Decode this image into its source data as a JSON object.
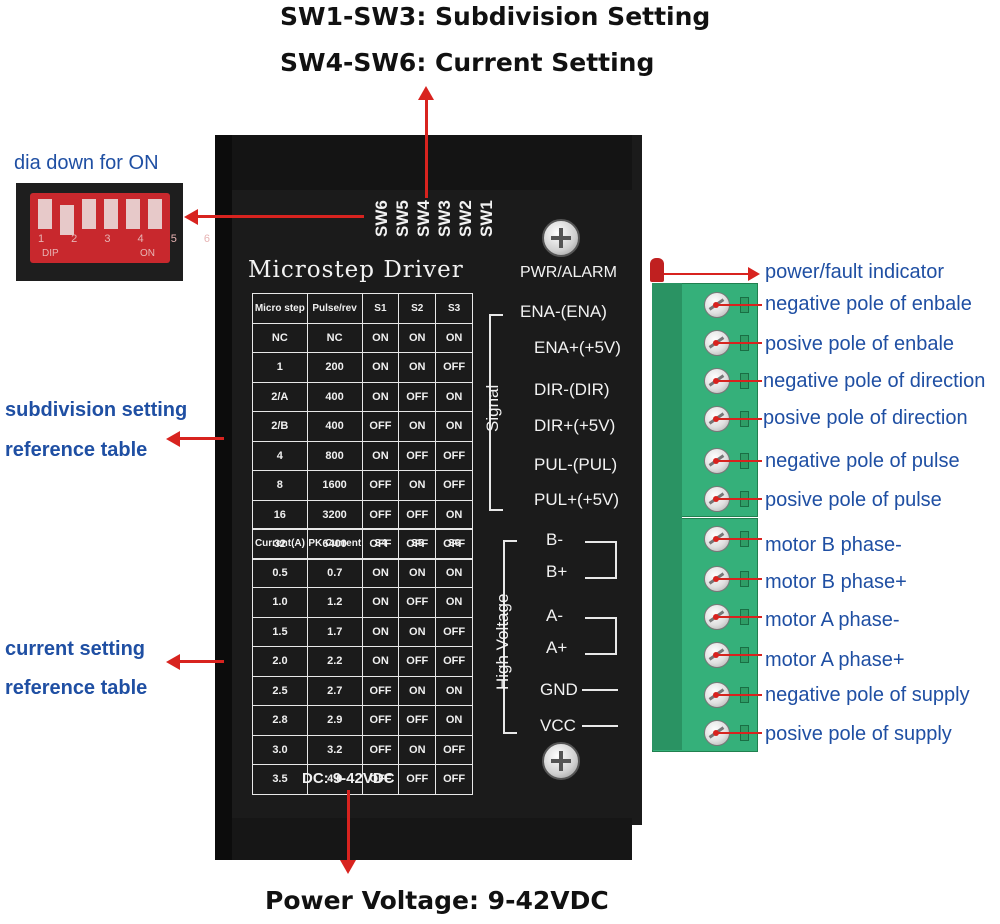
{
  "header": {
    "line1": "SW1-SW3: Subdivision Setting",
    "line2": "SW4-SW6: Current Setting"
  },
  "footer": {
    "power": "Power Voltage: 9-42VDC"
  },
  "dip_inset": {
    "caption": "dia down for ON",
    "numbers": "1 2 3 4 5 6",
    "dip_label": "DIP",
    "on_label": "ON"
  },
  "switch_labels": [
    "SW6",
    "SW5",
    "SW4",
    "SW3",
    "SW2",
    "SW1"
  ],
  "driver": {
    "title": "Microstep Driver",
    "pwr_alarm": "PWR/ALARM",
    "signal_label": "Signal",
    "high_voltage_label": "High Voltage",
    "dc_label": "DC: 9-42VDC",
    "signal_pins": [
      "ENA-(ENA)",
      "ENA+(+5V)",
      "DIR-(DIR)",
      "DIR+(+5V)",
      "PUL-(PUL)",
      "PUL+(+5V)"
    ],
    "power_pins": [
      "B-",
      "B+",
      "A-",
      "A+",
      "GND",
      "VCC"
    ]
  },
  "left_labels": {
    "subdivision": [
      "subdivision setting",
      "reference table"
    ],
    "current": [
      "current setting",
      "reference table"
    ]
  },
  "right_labels": [
    "power/fault indicator",
    "negative pole of enbale",
    "posive pole of enbale",
    "negative pole of direction",
    "posive pole of direction",
    "negative pole of pulse",
    "posive pole of pulse",
    "motor B phase-",
    "motor B phase+",
    "motor A phase-",
    "motor A phase+",
    "negative pole of supply",
    "posive pole of supply"
  ],
  "microstep_table": {
    "headers": [
      "Micro step",
      "Pulse/rev",
      "S1",
      "S2",
      "S3"
    ],
    "rows": [
      [
        "NC",
        "NC",
        "ON",
        "ON",
        "ON"
      ],
      [
        "1",
        "200",
        "ON",
        "ON",
        "OFF"
      ],
      [
        "2/A",
        "400",
        "ON",
        "OFF",
        "ON"
      ],
      [
        "2/B",
        "400",
        "OFF",
        "ON",
        "ON"
      ],
      [
        "4",
        "800",
        "ON",
        "OFF",
        "OFF"
      ],
      [
        "8",
        "1600",
        "OFF",
        "ON",
        "OFF"
      ],
      [
        "16",
        "3200",
        "OFF",
        "OFF",
        "ON"
      ],
      [
        "32",
        "6400",
        "OFF",
        "OFF",
        "OFF"
      ]
    ]
  },
  "current_table": {
    "headers": [
      "Current(A)",
      "PK Current",
      "S4",
      "S5",
      "S6"
    ],
    "rows": [
      [
        "0.5",
        "0.7",
        "ON",
        "ON",
        "ON"
      ],
      [
        "1.0",
        "1.2",
        "ON",
        "OFF",
        "ON"
      ],
      [
        "1.5",
        "1.7",
        "ON",
        "ON",
        "OFF"
      ],
      [
        "2.0",
        "2.2",
        "ON",
        "OFF",
        "OFF"
      ],
      [
        "2.5",
        "2.7",
        "OFF",
        "ON",
        "ON"
      ],
      [
        "2.8",
        "2.9",
        "OFF",
        "OFF",
        "ON"
      ],
      [
        "3.0",
        "3.2",
        "OFF",
        "ON",
        "OFF"
      ],
      [
        "3.5",
        "4.0",
        "OFF",
        "OFF",
        "OFF"
      ]
    ]
  },
  "colors": {
    "arrow": "#d8231f",
    "label_blue": "#1f4fa3",
    "terminal_green": "#35b07a",
    "driver_black": "#1b1b1b",
    "dip_red": "#c8282d"
  }
}
